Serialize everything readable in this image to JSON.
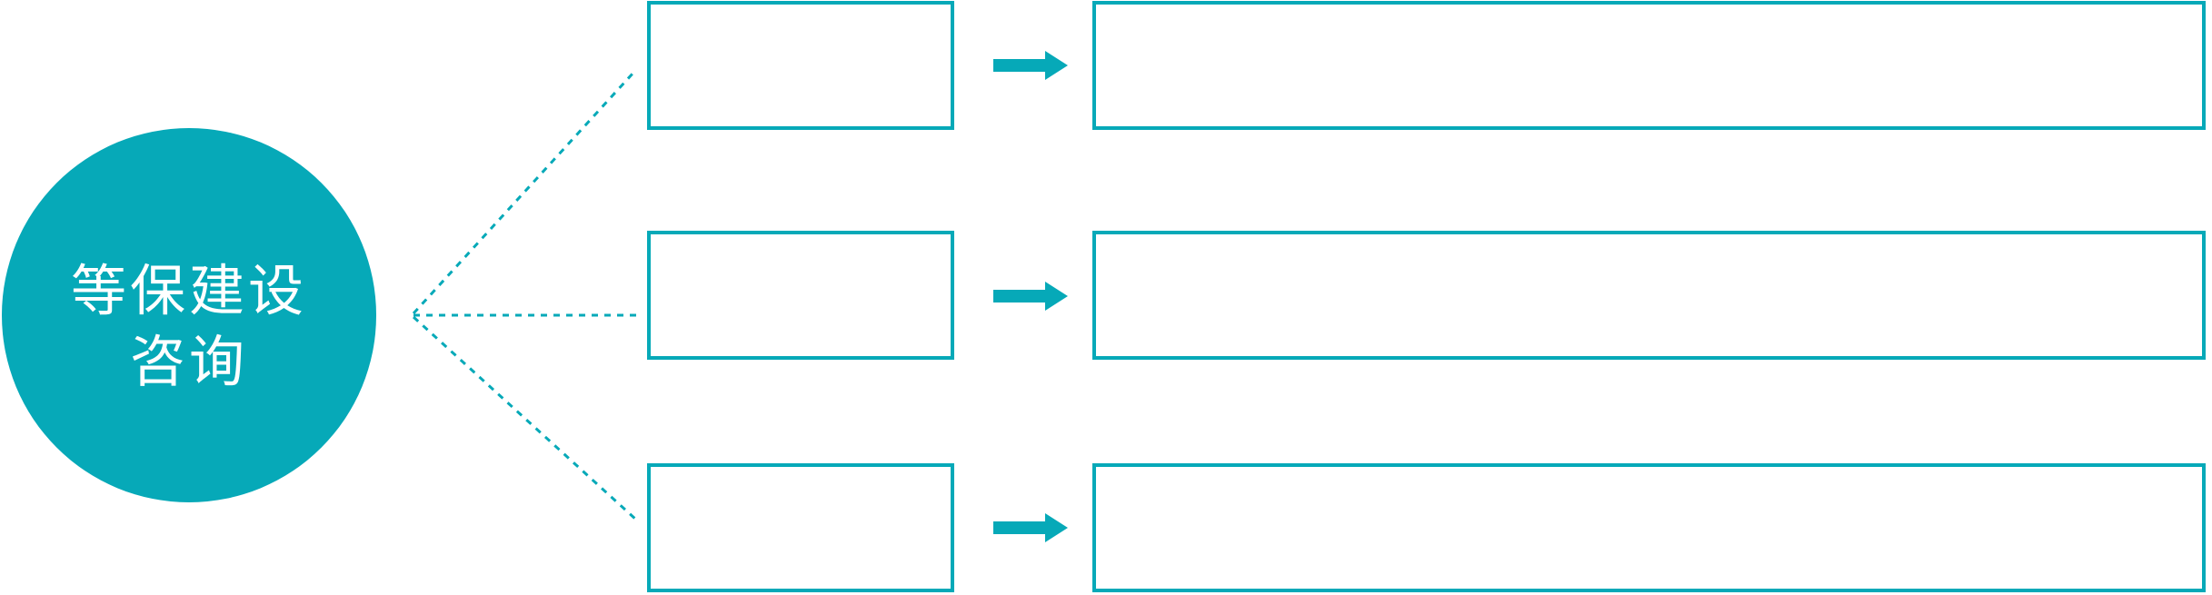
{
  "theme": {
    "accent_color": "#06a9b8",
    "canvas_background": "#ffffff",
    "hub_text_color": "#ffffff"
  },
  "hub": {
    "label_line1": "等保建设",
    "label_line2": "咨询"
  },
  "rows": [
    {
      "step_label": "",
      "detail_label": ""
    },
    {
      "step_label": "",
      "detail_label": ""
    },
    {
      "step_label": "",
      "detail_label": ""
    }
  ],
  "icons": {
    "arrow": "right-arrow",
    "connector": "dotted-connector-line"
  }
}
